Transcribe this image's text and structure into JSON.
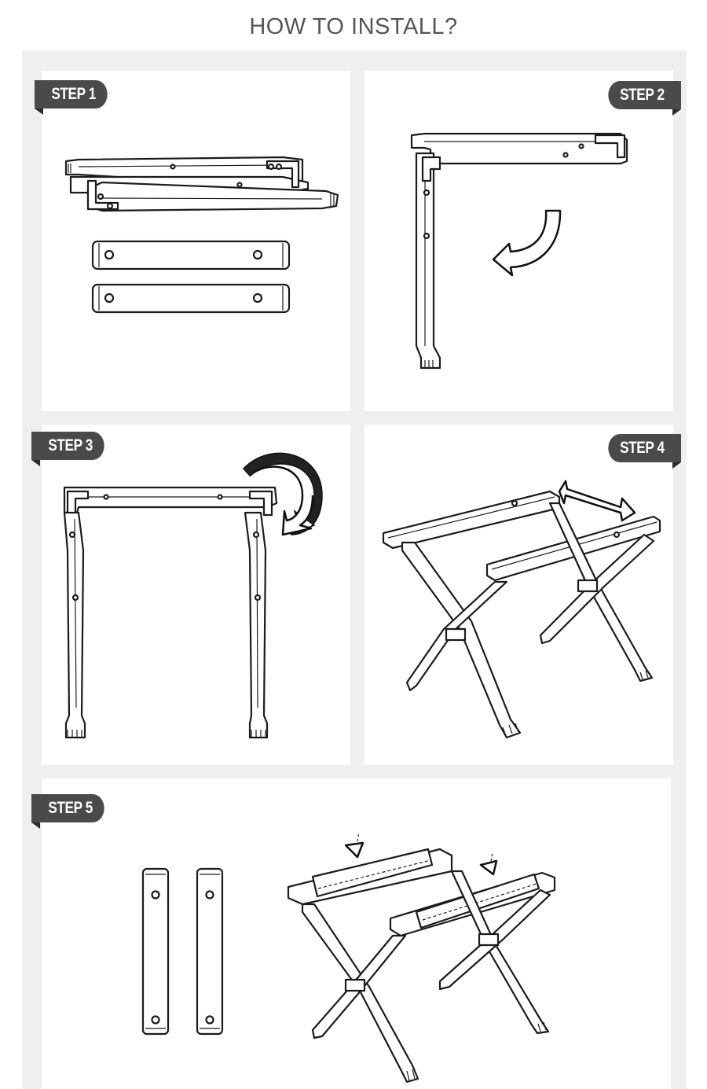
{
  "page": {
    "title": "HOW  TO INSTALL?"
  },
  "steps": [
    {
      "label": "STEP 1"
    },
    {
      "label": "STEP 2"
    },
    {
      "label": "STEP 3"
    },
    {
      "label": "STEP 4"
    },
    {
      "label": "STEP 5"
    }
  ],
  "colors": {
    "badge": "#4a4a4a",
    "frame": "#efefef",
    "title": "#555555",
    "line": "#1b1b1b"
  }
}
